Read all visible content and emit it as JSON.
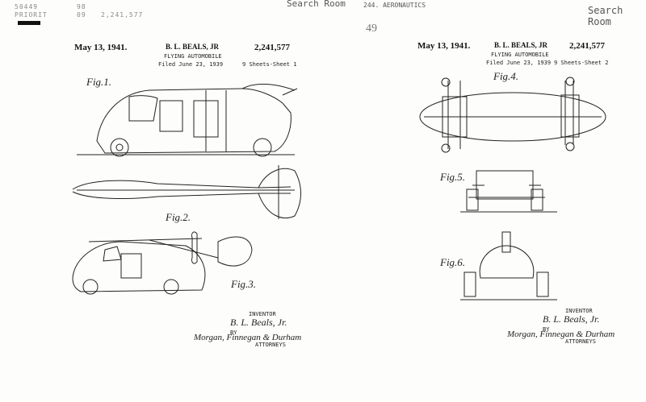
{
  "stamps": {
    "line1_left": "50449",
    "line1_right": "98",
    "line2_left": "PRIORIT",
    "line2_mid": "09",
    "line2_right": "2,241,577"
  },
  "top_right_header": "244. AERONAUTICS",
  "search_room_center": "Search Room",
  "search_room_right": "Search Room",
  "handwritten_number": "49",
  "sheet1": {
    "date": "May 13, 1941.",
    "inventor": "B. L. BEALS, JR",
    "patent_no": "2,241,577",
    "title": "FLYING AUTOMOBILE",
    "filed": "Filed June 23, 1939",
    "sheets": "9 Sheets-Sheet 1",
    "figs": [
      "Fig.1.",
      "Fig.2.",
      "Fig.3."
    ],
    "inventor_label": "INVENTOR",
    "inventor_signature": "B. L. Beals, Jr.",
    "by": "BY",
    "attorney_signature": "Morgan, Finnegan & Durham",
    "attorneys_label": "ATTORNEYS"
  },
  "sheet2": {
    "date": "May 13, 1941.",
    "inventor": "B. L. BEALS, JR",
    "patent_no": "2,241,577",
    "title": "FLYING AUTOMOBILE",
    "filed": "Filed June 23, 1939",
    "sheets": "9 Sheets-Sheet 2",
    "figs": [
      "Fig.4.",
      "Fig.5.",
      "Fig.6."
    ],
    "inventor_label": "INVENTOR",
    "inventor_signature": "B. L. Beals, Jr.",
    "by": "BY",
    "attorney_signature": "Morgan, Finnegan & Durham",
    "attorneys_label": "ATTORNEYS"
  }
}
